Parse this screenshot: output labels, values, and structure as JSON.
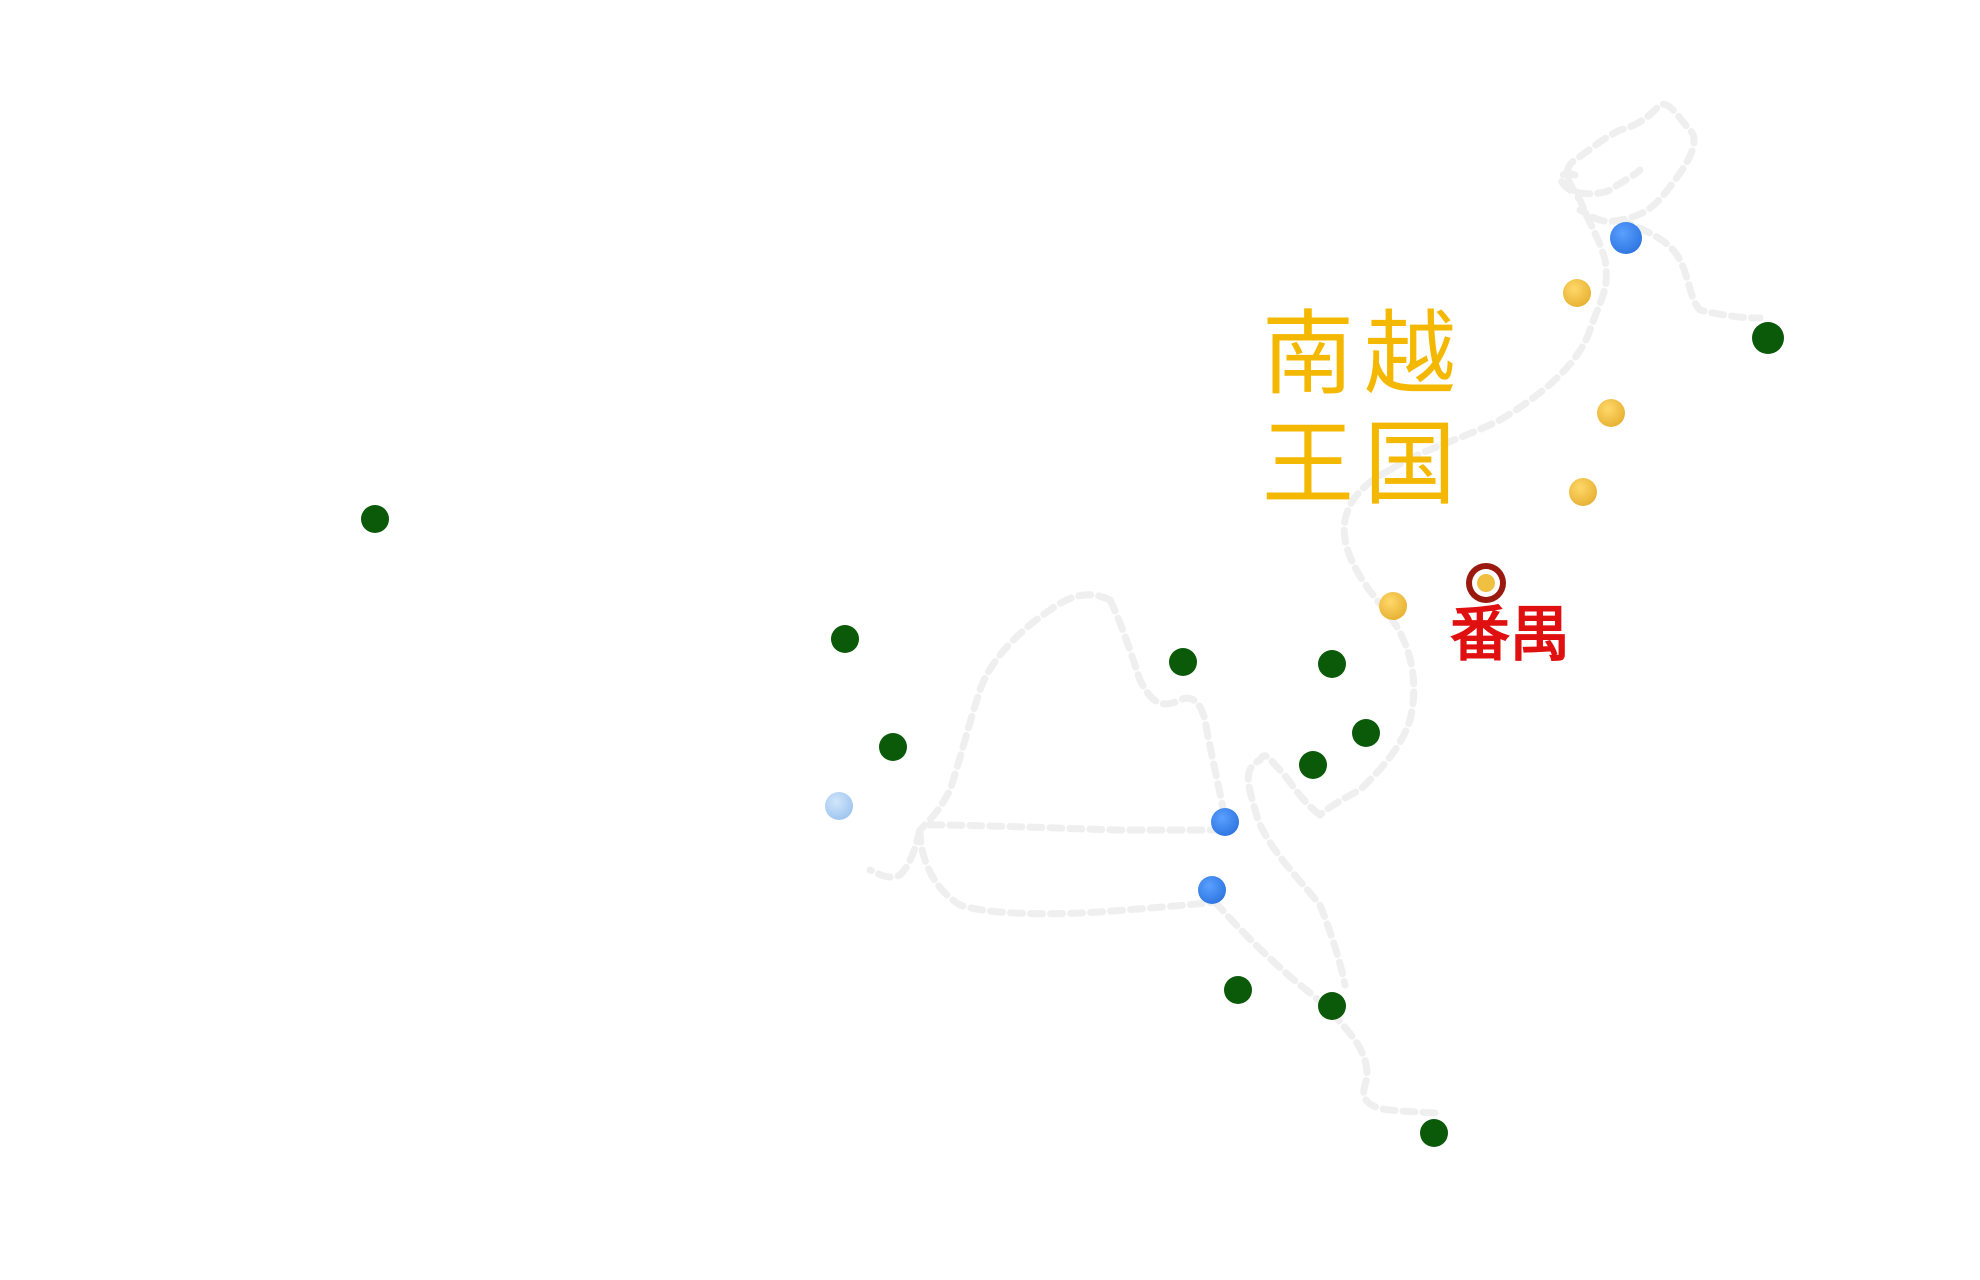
{
  "map": {
    "kingdom_title_line1": "南越",
    "kingdom_title_line2": "王国",
    "capital_label": "番禺"
  },
  "colors": {
    "route": "#eeeeee",
    "green_marker": "#0a5a0a",
    "blue_marker": "#3b86f0",
    "light_blue_marker": "#b3d3f5",
    "yellow_marker": "#f0c040",
    "capital_ring": "#9a1a10",
    "capital_center": "#f0c040",
    "title": "#f5b800",
    "capital_text": "#e01010"
  },
  "legend_marker_types": [
    "green-dot",
    "blue-dot",
    "light-blue-dot",
    "yellow-dot",
    "capital-marker"
  ]
}
